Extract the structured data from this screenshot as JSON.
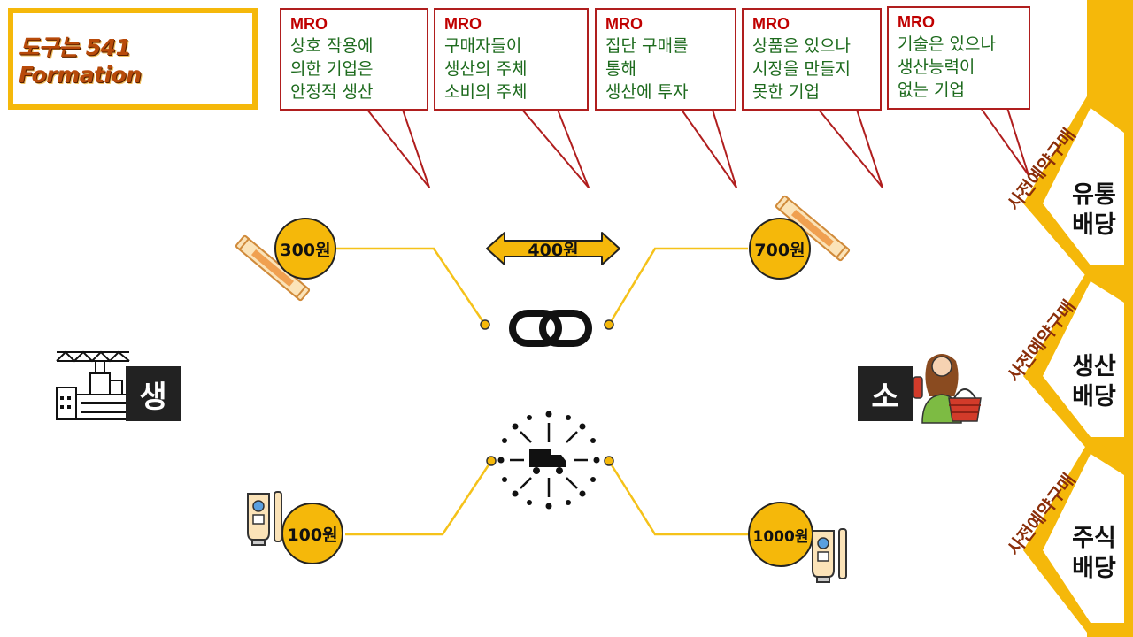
{
  "title": "도구는 541 Formation",
  "callouts": [
    {
      "tag": "MRO",
      "lines": [
        "상호 작용에",
        "의한 기업은",
        "안정적 생산"
      ]
    },
    {
      "tag": "MRO",
      "lines": [
        "구매자들이",
        "생산의 주체",
        "소비의 주체"
      ]
    },
    {
      "tag": "MRO",
      "lines": [
        "집단 구매를",
        "통해",
        "생산에 투자"
      ]
    },
    {
      "tag": "MRO",
      "lines": [
        "상품은 있으나",
        "시장을 만들지",
        "못한 기업"
      ]
    },
    {
      "tag": "MRO",
      "lines": [
        "기술은 있으나",
        "생산능력이",
        "없는 기업"
      ]
    }
  ],
  "prices": {
    "top_left": "300원",
    "top_middle": "400원",
    "top_right": "700원",
    "bottom_left": "100원",
    "bottom_right": "1000원"
  },
  "badges": {
    "producer": "생",
    "consumer": "소"
  },
  "side_tabs": [
    {
      "stamp": "사전예약구매",
      "line1": "유통",
      "line2": "배당"
    },
    {
      "stamp": "사전예약구매",
      "line1": "생산",
      "line2": "배당"
    },
    {
      "stamp": "사전예약구매",
      "line1": "주식",
      "line2": "배당"
    }
  ],
  "colors": {
    "accent": "#f5b80a",
    "callout_border": "#b01e1e",
    "callout_tag": "#c00000",
    "callout_text": "#1e6b1e",
    "stamp": "#8a2e0a"
  },
  "icons": [
    "factory-icon",
    "shopper-icon",
    "chain-link-icon",
    "delivery-truck-icon",
    "toothpaste-stick-icon",
    "toothpaste-tube-icon",
    "toothbrush-icon"
  ]
}
